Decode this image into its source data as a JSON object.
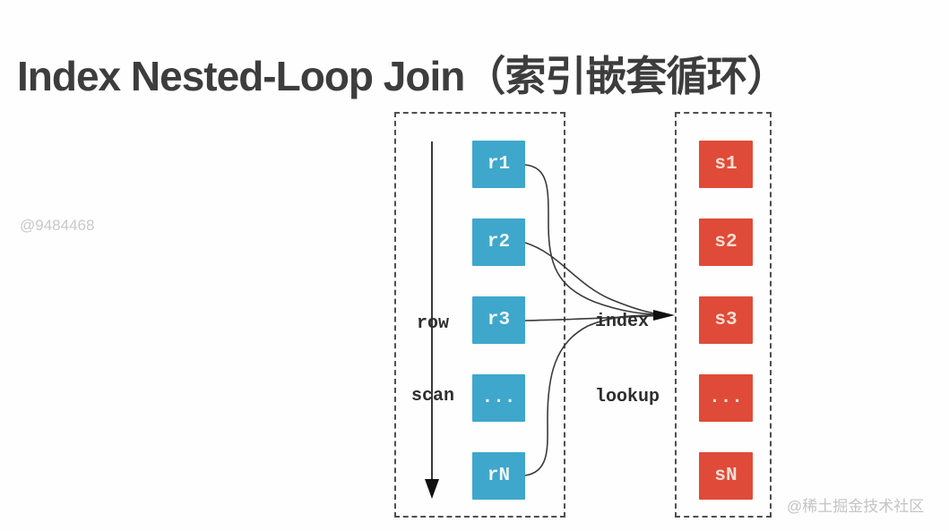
{
  "title": "Index Nested-Loop Join（索引嵌套循环）",
  "watermarks": {
    "left": "@9484468",
    "bottom_right": "@稀土掘金技术社区"
  },
  "diagram": {
    "row_scan_label": {
      "line1": "row",
      "line2": "scan"
    },
    "index_lookup_label": {
      "line1": "index",
      "line2": "lookup"
    },
    "outer_table": {
      "boxes": [
        "r1",
        "r2",
        "r3",
        "...",
        "rN"
      ]
    },
    "inner_table": {
      "boxes": [
        "s1",
        "s2",
        "s3",
        "...",
        "sN"
      ]
    }
  },
  "colors": {
    "outer_box": "#3fa7cb",
    "inner_box": "#df4b38",
    "title_text": "#3d3d3d",
    "arrow": "#3a3a3a"
  }
}
